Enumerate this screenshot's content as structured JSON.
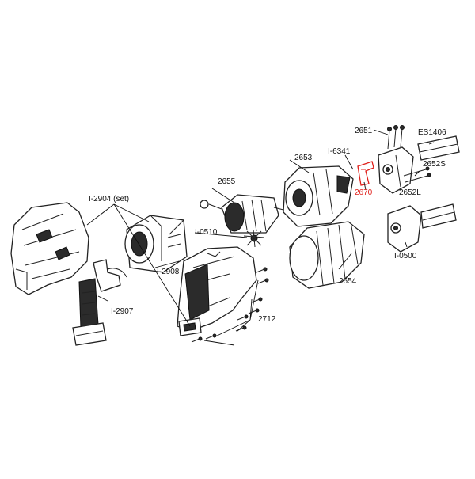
{
  "highlight_color": "#e0201b",
  "labels": {
    "p2651": "2651",
    "es1406": "ES1406",
    "i6341": "I-6341",
    "p2653": "2653",
    "p2652s": "2652S",
    "p2655": "2655",
    "p2670": "2670",
    "p2652l": "2652L",
    "i2904": "I-2904 (set)",
    "i0510": "I-0510",
    "i0500": "I-0500",
    "i2908": "I-2908",
    "p2654": "2654",
    "i2907": "I-2907",
    "p2712": "2712"
  }
}
